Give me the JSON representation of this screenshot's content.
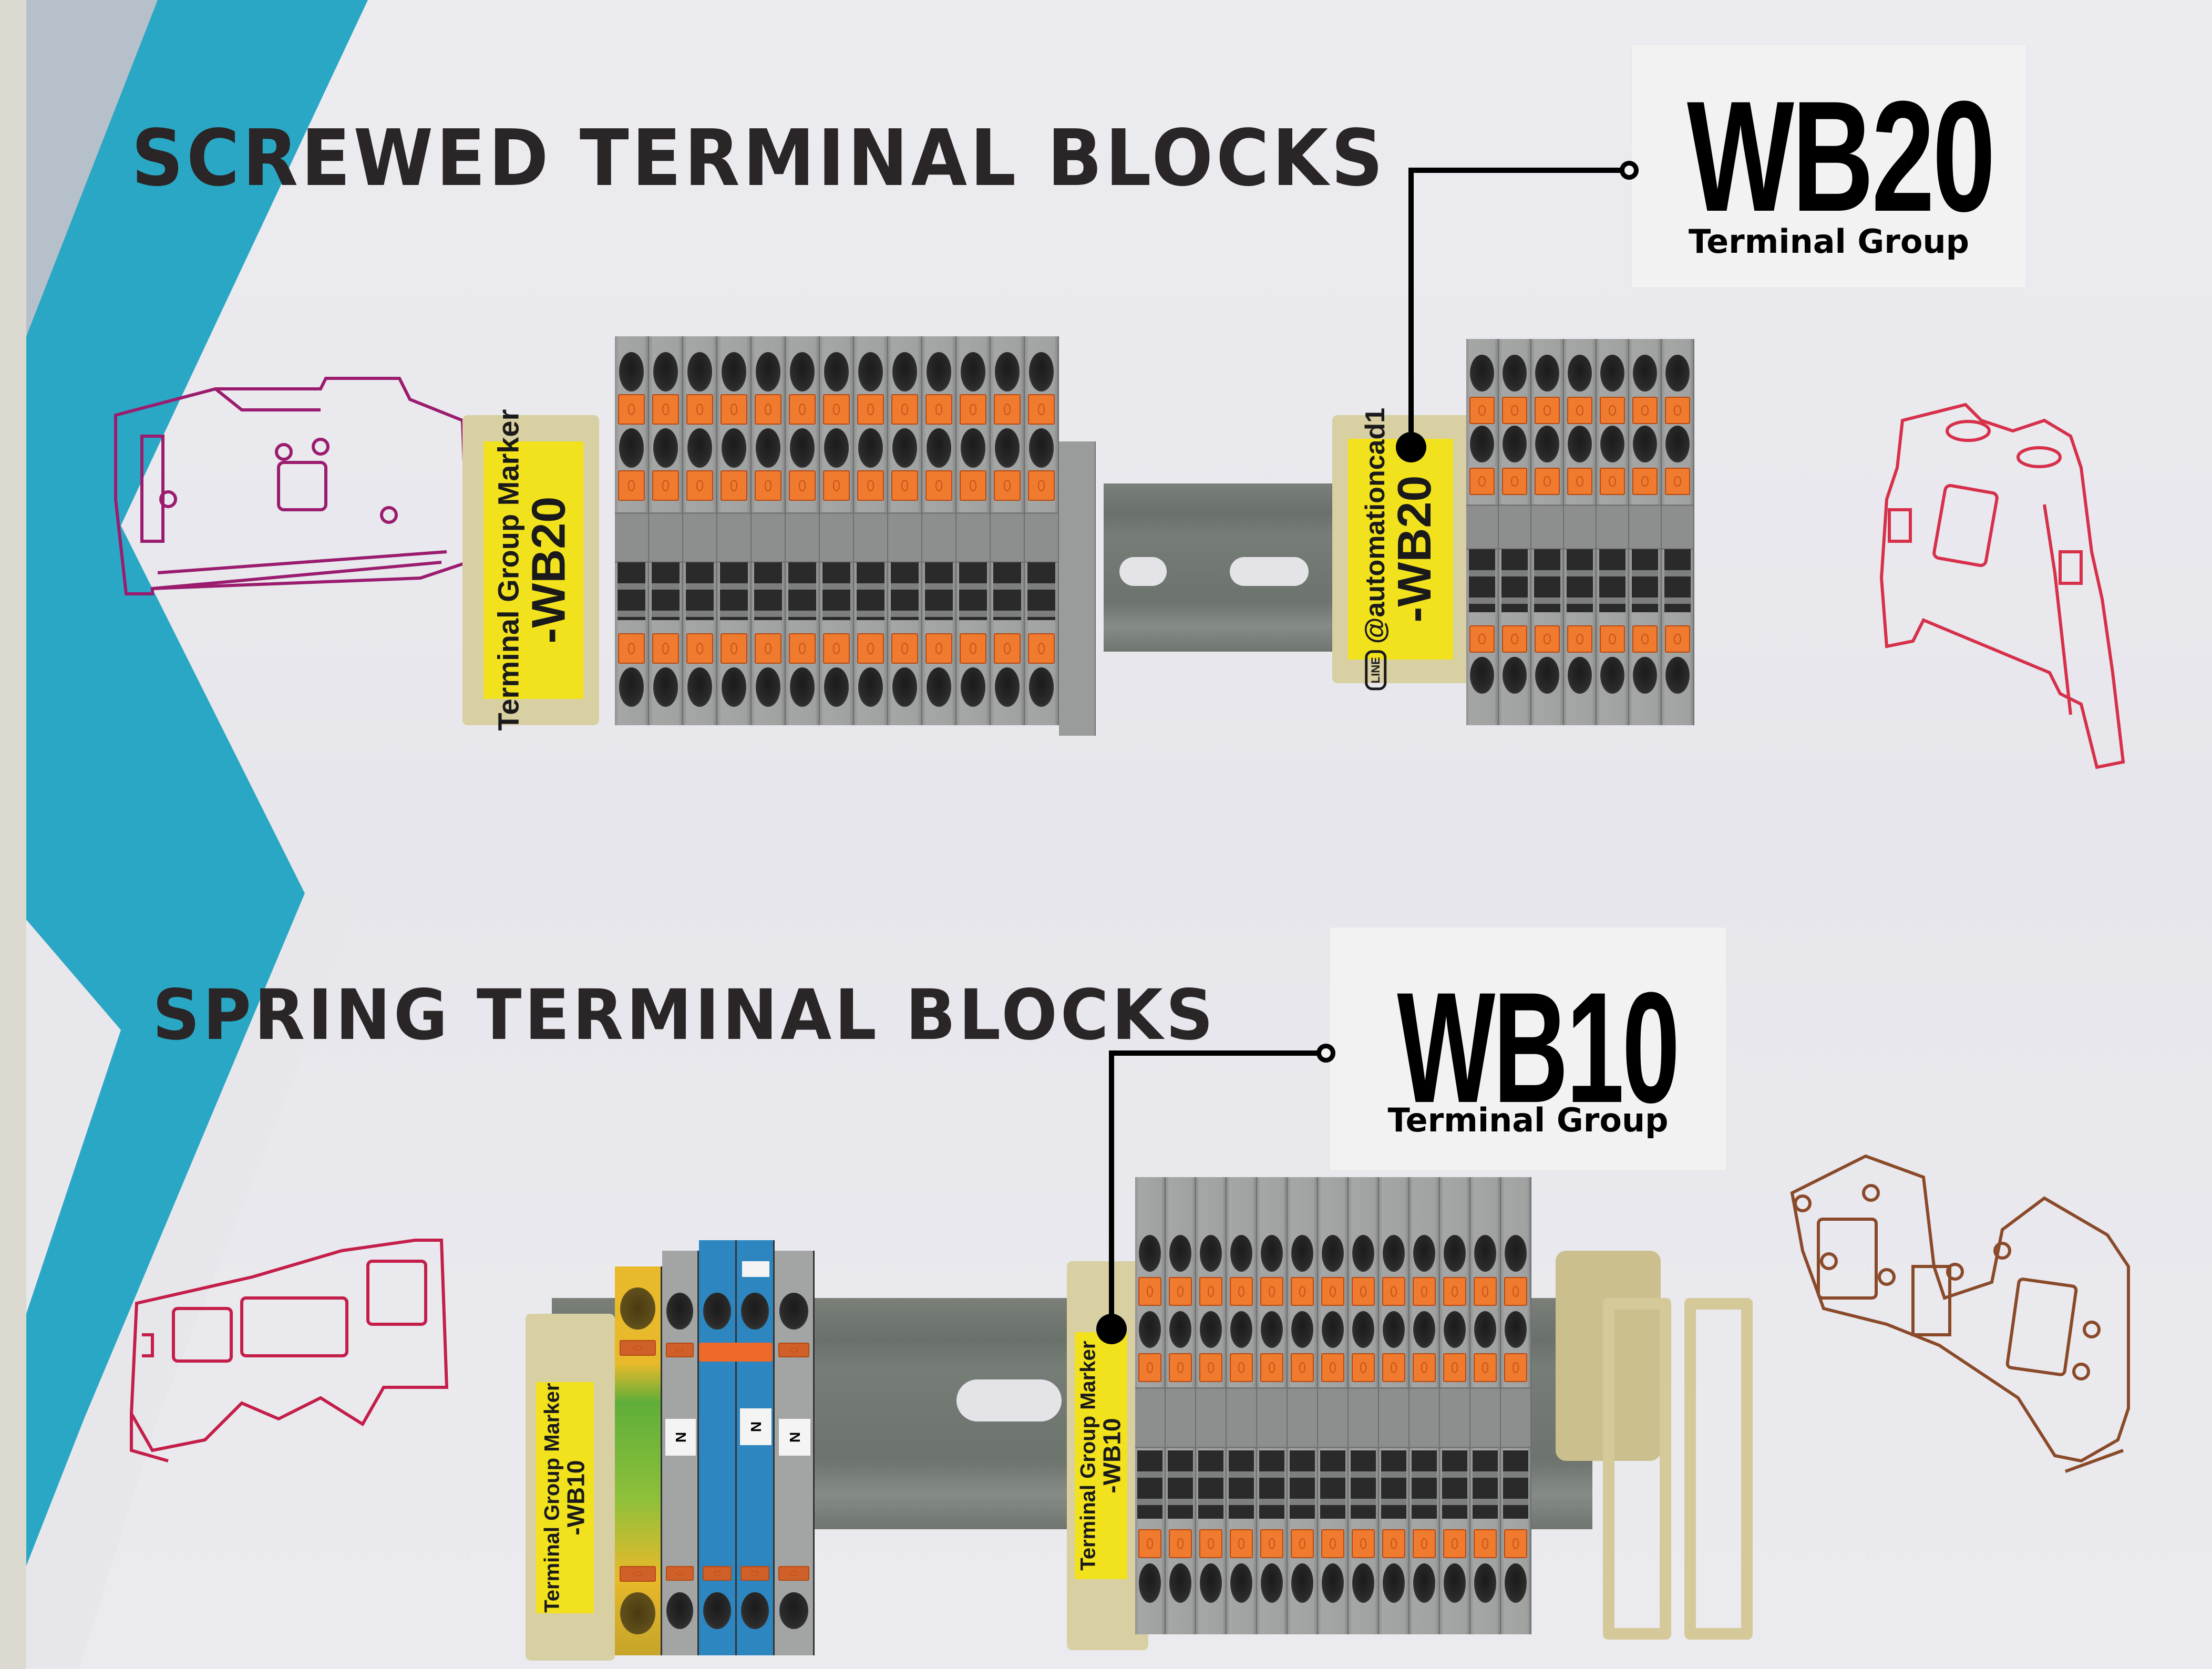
{
  "board": {
    "background_color": "#eaeaee",
    "accent_color": "#2aa7c4",
    "accent_secondary_color": "#b8c0c8"
  },
  "sections": [
    {
      "title": "SCREWED TERMINAL BLOCKS",
      "callout": {
        "code": "WB20",
        "subtitle": "Terminal Group"
      },
      "markers": [
        {
          "line1": "Terminal Group Marker",
          "line2": "-WB20"
        },
        {
          "line1": "@automationcad1",
          "line2": "-WB20",
          "icon": "line-app-icon",
          "icon_label": "LINE"
        }
      ],
      "drawing_left_color": "#9b1c6e",
      "drawing_right_color": "#d6304a"
    },
    {
      "title": "SPRING TERMINAL BLOCKS",
      "callout": {
        "code": "WB10",
        "subtitle": "Terminal Group"
      },
      "markers": [
        {
          "line1": "Terminal Group Marker",
          "line2": "-WB10"
        },
        {
          "line1": "Terminal Group Marker",
          "line2": "-WB10"
        }
      ],
      "neutral_labels": [
        "N",
        "N",
        "N"
      ],
      "drawing_left_color": "#c41e4a",
      "drawing_right_color": "#8a4a2a"
    }
  ],
  "colors": {
    "terminal_gray": "#a3a5a4",
    "push_button_orange": "#f07a2e",
    "marker_yellow": "#f2e21e",
    "end_clamp_beige": "#d8cfa2",
    "earth_green": "#5fae3a",
    "earth_yellow": "#e8b92a",
    "neutral_blue": "#2d86c0",
    "din_rail": "#70766f"
  }
}
